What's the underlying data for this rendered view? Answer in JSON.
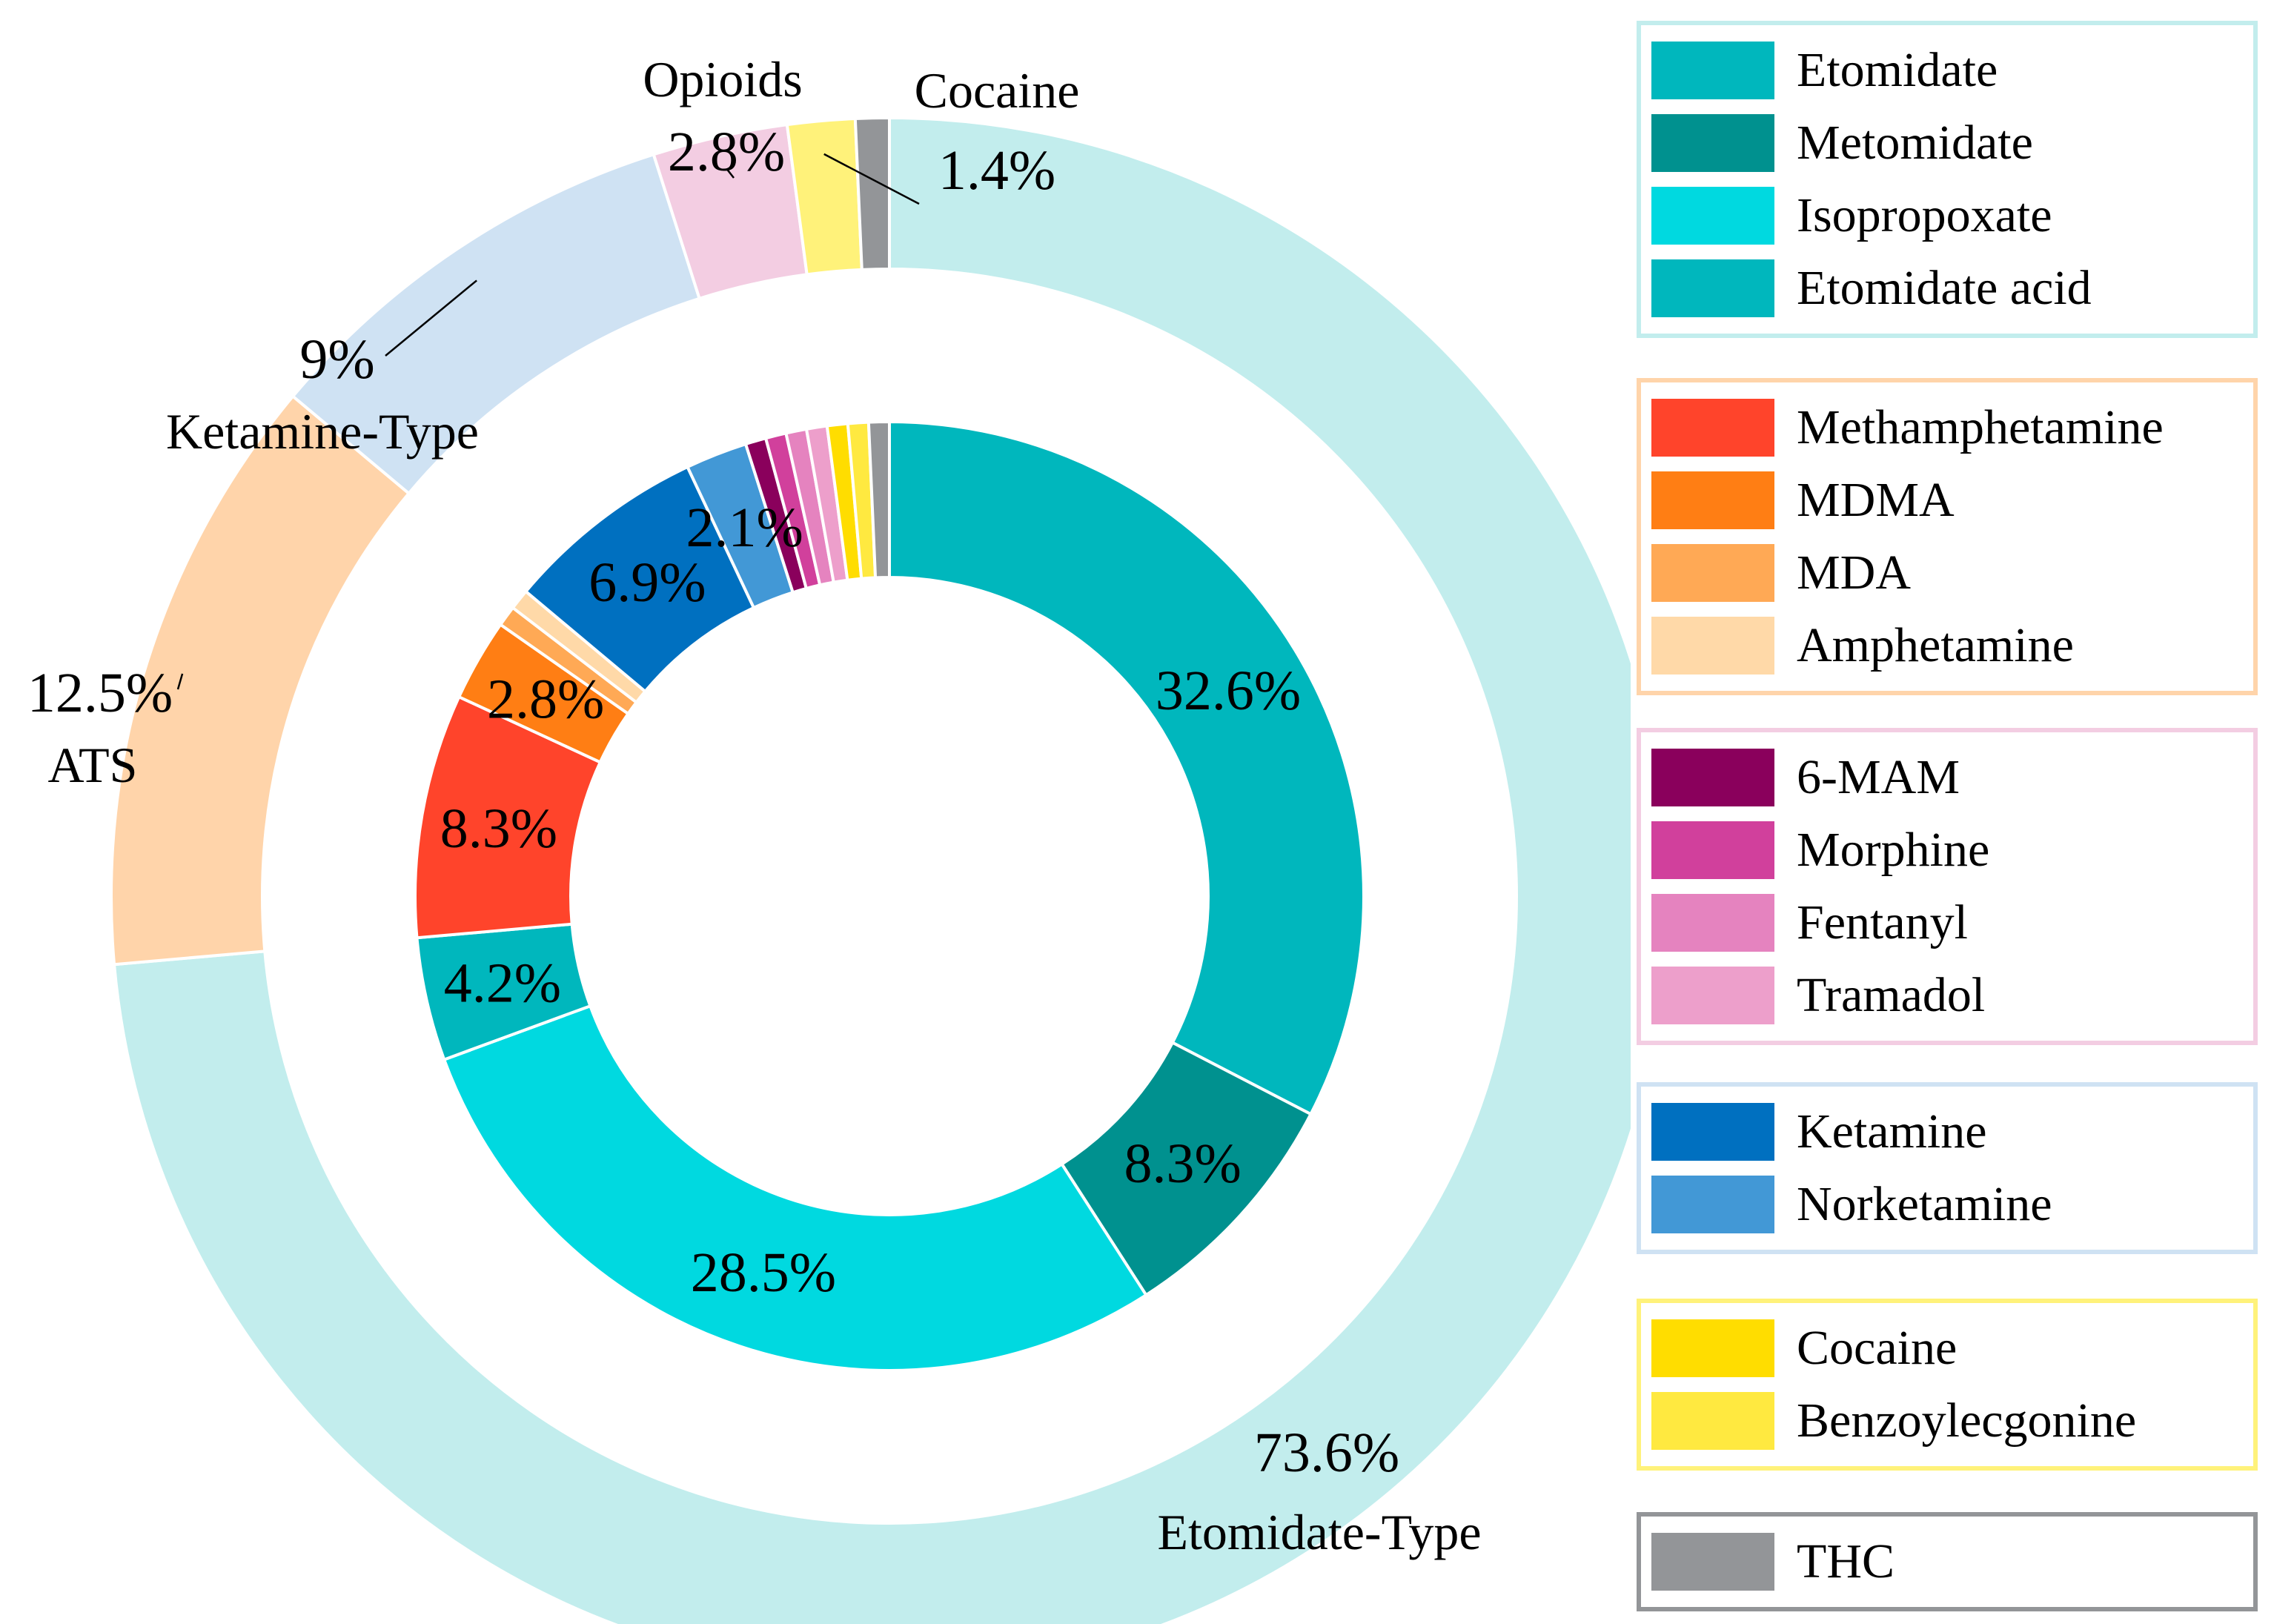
{
  "chart_data": {
    "type": "donut",
    "inner_ring": [
      {
        "name": "Etomidate",
        "value": 32.6,
        "label": "32.6%",
        "color": "#00B7BD"
      },
      {
        "name": "Metomidate",
        "value": 8.3,
        "label": "8.3%",
        "color": "#00918F"
      },
      {
        "name": "Isopropoxate",
        "value": 28.5,
        "label": "28.5%",
        "color": "#00D9E0"
      },
      {
        "name": "Etomidate acid",
        "value": 4.2,
        "label": "4.2%",
        "color": "#00B7BD"
      },
      {
        "name": "Methamphetamine",
        "value": 8.3,
        "label": "8.3%",
        "color": "#FF442B"
      },
      {
        "name": "MDMA",
        "value": 2.8,
        "label": "2.8%",
        "color": "#FF7E14"
      },
      {
        "name": "MDA",
        "value": 0.7,
        "label": "",
        "color": "#FFA955"
      },
      {
        "name": "Amphetamine",
        "value": 0.7,
        "label": "",
        "color": "#FFD9A8"
      },
      {
        "name": "Ketamine",
        "value": 6.9,
        "label": "6.9%",
        "color": "#0070C0"
      },
      {
        "name": "Norketamine",
        "value": 2.1,
        "label": "2.1%",
        "color": "#4298D6"
      },
      {
        "name": "6-MAM",
        "value": 0.7,
        "label": "",
        "color": "#8A005C"
      },
      {
        "name": "Morphine",
        "value": 0.7,
        "label": "",
        "color": "#D1409C"
      },
      {
        "name": "Fentanyl",
        "value": 0.7,
        "label": "",
        "color": "#E583BF"
      },
      {
        "name": "Tramadol",
        "value": 0.7,
        "label": "",
        "color": "#ED9FCB"
      },
      {
        "name": "Cocaine",
        "value": 0.7,
        "label": "",
        "color": "#FFDD00"
      },
      {
        "name": "Benzoylecgonine",
        "value": 0.7,
        "label": "",
        "color": "#FFE940"
      },
      {
        "name": "THC",
        "value": 0.7,
        "label": "",
        "color": "#939598"
      }
    ],
    "outer_ring": [
      {
        "name": "Etomidate-Type",
        "value": 73.6,
        "label": "73.6%",
        "color": "#C2EDED"
      },
      {
        "name": "ATS",
        "value": 12.5,
        "label": "12.5%",
        "color": "#FFD4AA"
      },
      {
        "name": "Ketamine-Type",
        "value": 9,
        "label": "9%",
        "color": "#CFE2F3"
      },
      {
        "name": "Opioids",
        "value": 2.8,
        "label": "2.8%",
        "color": "#F3CDE2"
      },
      {
        "name": "Cocaine",
        "value": 1.4,
        "label": "1.4%",
        "color": "#FFF27A"
      },
      {
        "name": "THC",
        "value": 0.7,
        "label": "",
        "color": "#939598"
      }
    ]
  },
  "legend_groups": [
    {
      "border_color": "#C2EDED",
      "items": [
        {
          "label": "Etomidate",
          "color": "#00B7BD"
        },
        {
          "label": "Metomidate",
          "color": "#00918F"
        },
        {
          "label": "Isopropoxate",
          "color": "#00D9E0"
        },
        {
          "label": "Etomidate acid",
          "color": "#00B7BD"
        }
      ]
    },
    {
      "border_color": "#FFD4AA",
      "items": [
        {
          "label": "Methamphetamine",
          "color": "#FF442B"
        },
        {
          "label": "MDMA",
          "color": "#FF7E14"
        },
        {
          "label": "MDA",
          "color": "#FFA955"
        },
        {
          "label": "Amphetamine",
          "color": "#FFD9A8"
        }
      ]
    },
    {
      "border_color": "#F3CDE2",
      "items": [
        {
          "label": "6-MAM",
          "color": "#8A005C"
        },
        {
          "label": "Morphine",
          "color": "#D1409C"
        },
        {
          "label": "Fentanyl",
          "color": "#E583BF"
        },
        {
          "label": "Tramadol",
          "color": "#ED9FCB"
        }
      ]
    },
    {
      "border_color": "#CFE2F3",
      "items": [
        {
          "label": "Ketamine",
          "color": "#0070C0"
        },
        {
          "label": "Norketamine",
          "color": "#4298D6"
        }
      ]
    },
    {
      "border_color": "#FFF27A",
      "items": [
        {
          "label": "Cocaine",
          "color": "#FFDD00"
        },
        {
          "label": "Benzoylecgonine",
          "color": "#FFE940"
        }
      ]
    },
    {
      "border_color": "#939598",
      "items": [
        {
          "label": "THC",
          "color": "#939598"
        }
      ]
    }
  ]
}
